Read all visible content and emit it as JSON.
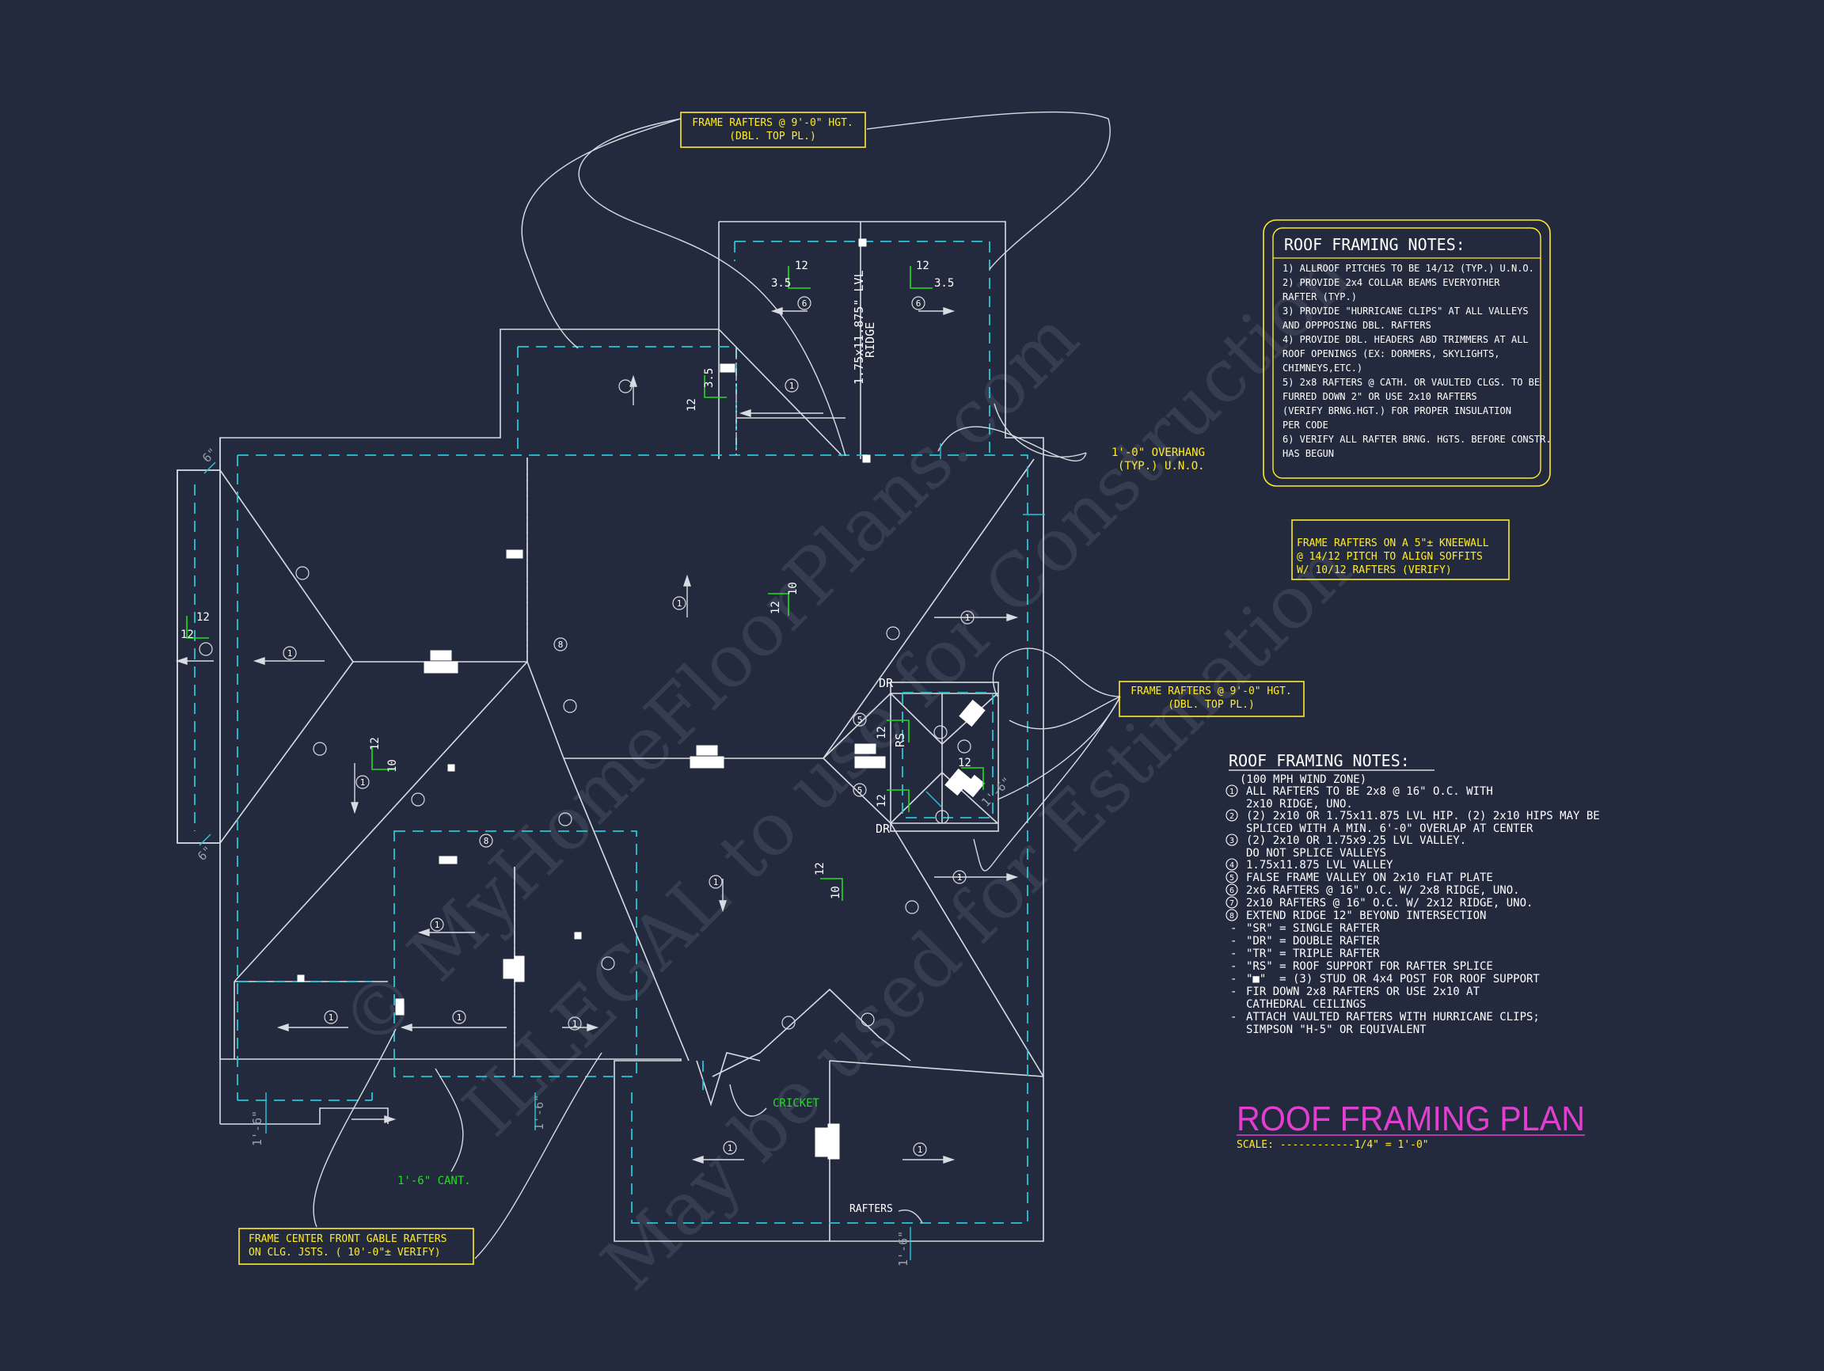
{
  "colors": {
    "background": "#232a3d",
    "line": "#d7dbe2",
    "dash": "#26c6d6",
    "yellow": "#ffeb2a",
    "green": "#22dd22",
    "magenta": "#e23fd2",
    "watermark": "#6a7186"
  },
  "callouts": {
    "top_frame": [
      "FRAME RAFTERS @ 9'-0\" HGT.",
      "(DBL. TOP PL.)"
    ],
    "right_frame": [
      "FRAME RAFTERS @ 9'-0\" HGT.",
      "(DBL. TOP PL.)"
    ],
    "overhang": [
      "1'-0\" OVERHANG",
      "(TYP.) U.N.O."
    ],
    "kneewall": [
      "FRAME RAFTERS ON A 5\"± KNEEWALL",
      "@ 14/12 PITCH TO ALIGN SOFFITS",
      "W/ 10/12 RAFTERS (VERIFY)"
    ],
    "front_gable": [
      "FRAME CENTER FRONT GABLE RAFTERS",
      "ON CLG. JSTS. ( 10'-0\"± VERIFY)"
    ],
    "cricket": "CRICKET",
    "cant": "1'-6\" CANT.",
    "rafters": "RAFTERS"
  },
  "plan_labels": {
    "ridge": [
      "1.75x11.875\" LVL",
      "RIDGE"
    ],
    "dr": "DR",
    "rs": "RS",
    "pitch_12": "12",
    "pitch_10": "10",
    "pitch_35": "3.5",
    "overhang_6": "6\"",
    "overhang_16": "1'-6\"",
    "circ_1": "1",
    "circ_5": "5",
    "circ_6": "6",
    "circ_8": "8"
  },
  "notes_top": {
    "title": "ROOF FRAMING NOTES:",
    "lines": [
      "1) ALLROOF PITCHES TO BE  14/12 (TYP.) U.N.O.",
      "2) PROVIDE 2x4 COLLAR BEAMS EVERYOTHER",
      "   RAFTER (TYP.)",
      "3) PROVIDE \"HURRICANE CLIPS\" AT ALL VALLEYS",
      "   AND OPPPOSING DBL. RAFTERS",
      "4) PROVIDE DBL. HEADERS ABD TRIMMERS AT ALL",
      "   ROOF OPENINGS (EX: DORMERS, SKYLIGHTS,",
      "   CHIMNEYS,ETC.)",
      "5) 2x8 RAFTERS @ CATH. OR VAULTED CLGS. TO BE",
      "   FURRED DOWN 2\" OR USE 2x10 RAFTERS",
      "   (VERIFY BRNG.HGT.) FOR PROPER INSULATION",
      "   PER CODE",
      "6) VERIFY ALL RAFTER BRNG. HGTS. BEFORE CONSTR.",
      "   HAS BEGUN"
    ]
  },
  "notes_bottom": {
    "title": "ROOF FRAMING NOTES:",
    "subtitle": "(100 MPH WIND ZONE)",
    "items": [
      {
        "mark": "1",
        "lines": [
          "ALL RAFTERS TO BE 2x8 @ 16\" O.C. WITH",
          "2x10 RIDGE, UNO."
        ]
      },
      {
        "mark": "2",
        "lines": [
          "(2) 2x10 OR 1.75x11.875 LVL HIP. (2) 2x10 HIPS MAY BE",
          "SPLICED WITH A MIN. 6'-0\" OVERLAP AT CENTER"
        ]
      },
      {
        "mark": "3",
        "lines": [
          "(2) 2x10 OR 1.75x9.25 LVL VALLEY.",
          "DO NOT SPLICE VALLEYS"
        ]
      },
      {
        "mark": "4",
        "lines": [
          "1.75x11.875 LVL VALLEY"
        ]
      },
      {
        "mark": "5",
        "lines": [
          "FALSE FRAME VALLEY ON 2x10 FLAT PLATE"
        ]
      },
      {
        "mark": "6",
        "lines": [
          "2x6 RAFTERS @ 16\" O.C. W/ 2x8 RIDGE, UNO."
        ]
      },
      {
        "mark": "7",
        "lines": [
          "2x10 RAFTERS @ 16\" O.C. W/ 2x12 RIDGE, UNO."
        ]
      },
      {
        "mark": "8",
        "lines": [
          "EXTEND RIDGE 12\" BEYOND INTERSECTION"
        ]
      },
      {
        "mark": "-",
        "lines": [
          "\"SR\" = SINGLE RAFTER"
        ]
      },
      {
        "mark": "-",
        "lines": [
          "\"DR\" = DOUBLE RAFTER"
        ]
      },
      {
        "mark": "-",
        "lines": [
          "\"TR\" = TRIPLE RAFTER"
        ]
      },
      {
        "mark": "-",
        "lines": [
          "\"RS\" = ROOF SUPPORT FOR RAFTER SPLICE"
        ]
      },
      {
        "mark": "-",
        "lines": [
          "\"■\"  = (3) STUD OR 4x4 POST FOR ROOF SUPPORT"
        ]
      },
      {
        "mark": "-",
        "lines": [
          "FIR DOWN 2x8 RAFTERS OR USE 2x10 AT",
          "CATHEDRAL CEILINGS"
        ]
      },
      {
        "mark": "-",
        "lines": [
          "ATTACH VAULTED RAFTERS WITH HURRICANE CLIPS;",
          "SIMPSON \"H-5\" OR EQUIVALENT"
        ]
      }
    ]
  },
  "plan_title": {
    "title": "ROOF FRAMING PLAN",
    "scale": "SCALE: ------------1/4\" = 1'-0\""
  },
  "watermark": {
    "line1": "© MyHomeFloorPlans.com",
    "line2": "ILLEGAL to use for Construction",
    "line3": "May be used for Estimation"
  }
}
